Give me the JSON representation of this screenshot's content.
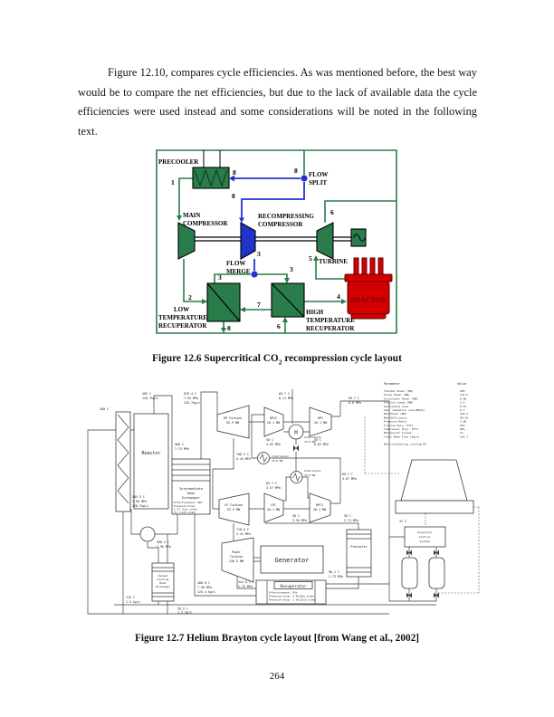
{
  "page": {
    "number": "264"
  },
  "paragraph": {
    "text": "Figure 12.10, compares cycle efficiencies.  As was mentioned before, the best way would be to compare the net efficiencies, but due to the lack of available data the cycle efficiencies were used instead and some considerations will be noted in the following text."
  },
  "fig126": {
    "caption": {
      "prefix": "Figure 12.6 Supercritical CO",
      "sub": "2",
      "suffix": " recompression cycle layout"
    },
    "colors": {
      "green": "#2a7c4a",
      "blue": "#2233cc",
      "red": "#d40000"
    },
    "labels": {
      "precooler": "PRECOOLER",
      "main_compressor": [
        "MAIN",
        "COMPRESSOR"
      ],
      "recompressing_compressor": [
        "RECOMPRESSING",
        "COMPRESSOR"
      ],
      "turbine": "TURBINE",
      "reactor": "REACTOR",
      "flow_split": [
        "FLOW",
        "SPLIT"
      ],
      "flow_merge": [
        "FLOW",
        "MERGE"
      ],
      "ltr": [
        "LOW",
        "TEMPERATURE",
        "RECUPERATOR"
      ],
      "htr": [
        "HIGH",
        "TEMPERATURE",
        "RECUPERATOR"
      ]
    },
    "points": {
      "p1": "1",
      "p2": "2",
      "p3a": "3",
      "p3b": "3",
      "p3c": "3",
      "p4": "4",
      "p5": "5",
      "p6a": "6",
      "p6b": "6",
      "p7": "7",
      "p8a": "8",
      "p8b": "8",
      "p8c": "8",
      "p8d": "8"
    }
  },
  "fig127": {
    "caption": "Figure 12.7 Helium Brayton cycle layout [from Wang et al., 2002]",
    "components": {
      "rccs_temp": "280 C",
      "reactor": "Reactor",
      "ihx": [
        "Intermediate",
        "Heat",
        "Exchanger",
        "Effectiveness: 90%",
        "Pressure Drop:",
        "1.7% (hot side)",
        "1% (cold side)"
      ],
      "vchx": [
        "Vessel",
        "Cooling",
        "Heat",
        "Exchanger"
      ],
      "hp_turbine": [
        "HP Turbine",
        "55.9 MW"
      ],
      "lp_turbine": [
        "LP Turbine",
        "52.9 MW"
      ],
      "power_turbine": [
        "Power",
        "Turbine",
        "136.9 MW"
      ],
      "hpc2": [
        "HPC2",
        "26.1 MW"
      ],
      "hpc": [
        "HPC",
        "26.1 MW"
      ],
      "lpc": [
        "LPC",
        "26.1 MW"
      ],
      "hpc1": [
        "HPC1",
        "26.1 MW"
      ],
      "motor": "M",
      "intercooler1": [
        "Intercooler",
        "79.6 MW"
      ],
      "intercooler2": [
        "Intercooler",
        "79.6 MW"
      ],
      "intercooler3": [
        "Intercooler",
        "79.6 MW"
      ],
      "generator": "Generator",
      "recuperator": [
        "Recuperator",
        "Effectiveness: 95%",
        "Pressure Drop: 0.9%(Hot side)",
        "Pressure Drop: 1.1%(Cold side)"
      ],
      "precooler": "Precooler",
      "ics": [
        "Inventory",
        "Control",
        "System"
      ],
      "tower_temp": "37 C"
    },
    "streams": {
      "s1": [
        "505 C",
        "128.7kg/s"
      ],
      "s2": [
        "870.4 C",
        "7.93 MPa",
        "126.7kg/s"
      ],
      "s3": [
        "900 C",
        "7.75 MPa"
      ],
      "s4": [
        "69.7 C",
        "8.11 MPa"
      ],
      "s5": [
        "69.7 C",
        "8.0 MPa"
      ],
      "s6": [
        "50 C",
        "4.65 MPa"
      ],
      "s7": [
        "50 C",
        "6.05 MPa"
      ],
      "s8": [
        "706.3 C",
        "6.44 MPa"
      ],
      "s9": [
        "69.7 C",
        "3.57 MPa"
      ],
      "s10": [
        "30 C",
        "3.54 MPa"
      ],
      "s11": [
        "69.7 C",
        "4.07 MPa"
      ],
      "s12": [
        "50 C",
        "2.71 MPa"
      ],
      "s13": [
        "718.0 C",
        "4.41 MPa"
      ],
      "s14": [
        "541.0 C",
        "2.75 MPa"
      ],
      "s15": [
        "96.1 C",
        "2.73 MPa"
      ],
      "s16": [
        "505.5 C",
        "7.90 MPa",
        "128.7kg/s"
      ],
      "s17": [
        "508.2 C",
        "7.90 MPa"
      ],
      "s18": [
        "488.9 C",
        "7.90 MPa",
        "125.4 kg/s"
      ],
      "s19": [
        "115 C",
        "1.5 kg/s"
      ],
      "s20": [
        "59.2 C",
        "1.5 kg/s"
      ]
    },
    "table": {
      "headers": [
        "Parameter",
        "Value"
      ],
      "rows": [
        [
          "Thermal Power (MW)",
          "250"
        ],
        [
          "Gross Power (MW)",
          "132.5"
        ],
        [
          "Circulator Power (MW)",
          "8.98"
        ],
        [
          "Station Loads (MW)",
          "2.5"
        ],
        [
          "Switchyard Loss",
          "0.5%"
        ],
        [
          "Sps. radiation loss(MW/m)",
          "0.7"
        ],
        [
          "Net Power (MW)",
          "120.1"
        ],
        [
          "Net Efficiency",
          "48.1%"
        ],
        [
          "Pressure Ratio",
          "2.86"
        ],
        [
          "Turbine Poly. Effi.",
          "92%"
        ],
        [
          "Compressor Poly. Effi.",
          "89%"
        ],
        [
          "Mechanical Losses",
          "1%"
        ],
        [
          "Total Mass Flow (kg/s)",
          "126.7"
        ]
      ],
      "note": "Not considering cooling HX"
    }
  }
}
